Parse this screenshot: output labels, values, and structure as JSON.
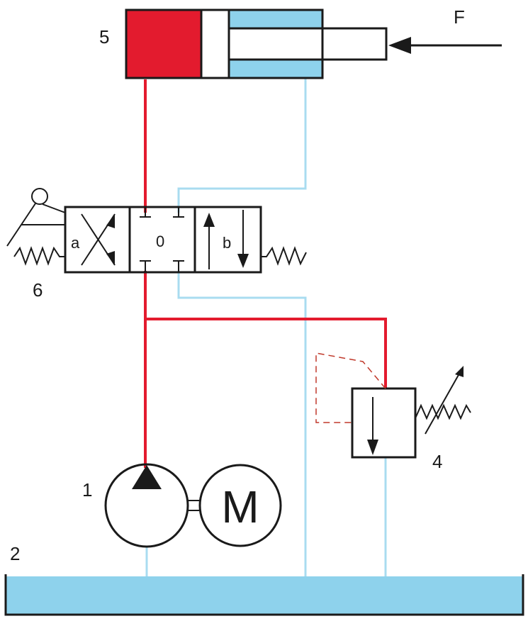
{
  "colors": {
    "pressure_line": "#e31b2e",
    "return_line": "#a9dcf0",
    "oil_fill": "#8ed2ec",
    "outline": "#1a1a1a",
    "pilot_line": "#c0392b"
  },
  "labels": {
    "pump": "1",
    "tank": "2",
    "relief_valve": "4",
    "cylinder": "5",
    "valve": "6",
    "force": "F",
    "motor": "M",
    "pos_a": "a",
    "pos_0": "0",
    "pos_b": "b"
  },
  "icons": {
    "pump": "pump-symbol-icon",
    "motor": "motor-symbol-icon",
    "spring": "spring-icon",
    "lever": "hand-lever-icon",
    "adjustable_spring": "adjustable-spring-icon"
  }
}
